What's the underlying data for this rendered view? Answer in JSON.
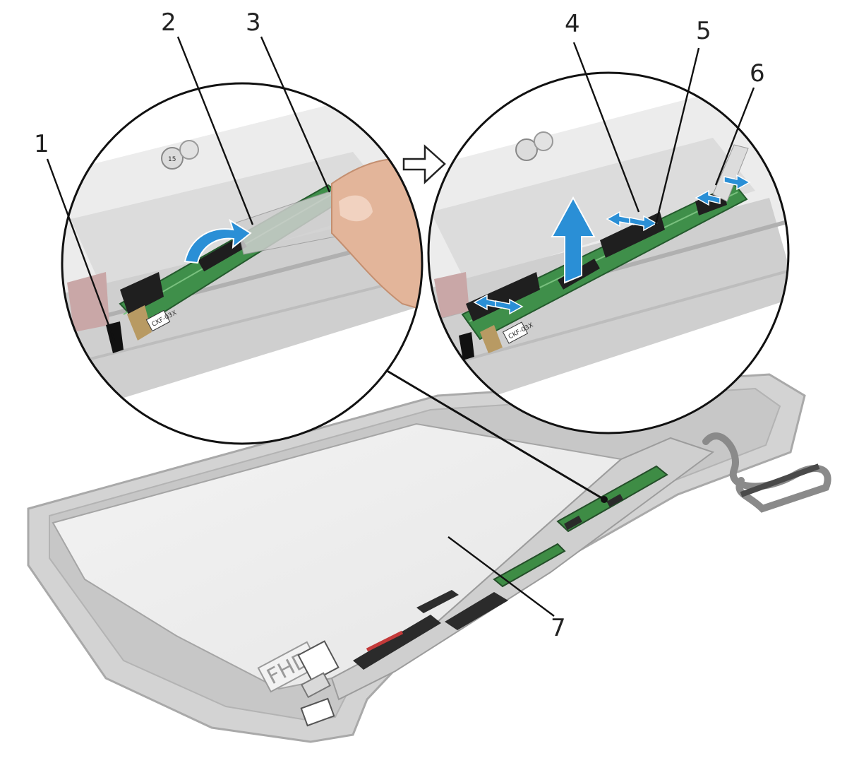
{
  "callouts": [
    {
      "number": "1"
    },
    {
      "number": "2"
    },
    {
      "number": "3"
    },
    {
      "number": "4"
    },
    {
      "number": "5"
    },
    {
      "number": "6"
    },
    {
      "number": "7"
    }
  ],
  "panel_text": {
    "fhd": "FHD",
    "pcb_label_left": "CKF-03X",
    "pcb_label_right": "CKF-03X",
    "badge": "15"
  },
  "colors": {
    "arrow_blue": "#2a8fd6",
    "pcb_green": "#3f8f4a",
    "bezel_gray": "#bfbfbf",
    "screen_gray": "#e9e9e9"
  },
  "icons": [
    "step-arrow-icon",
    "lift-arrow-icon",
    "peel-arrow-icon",
    "double-arrow-icon"
  ]
}
